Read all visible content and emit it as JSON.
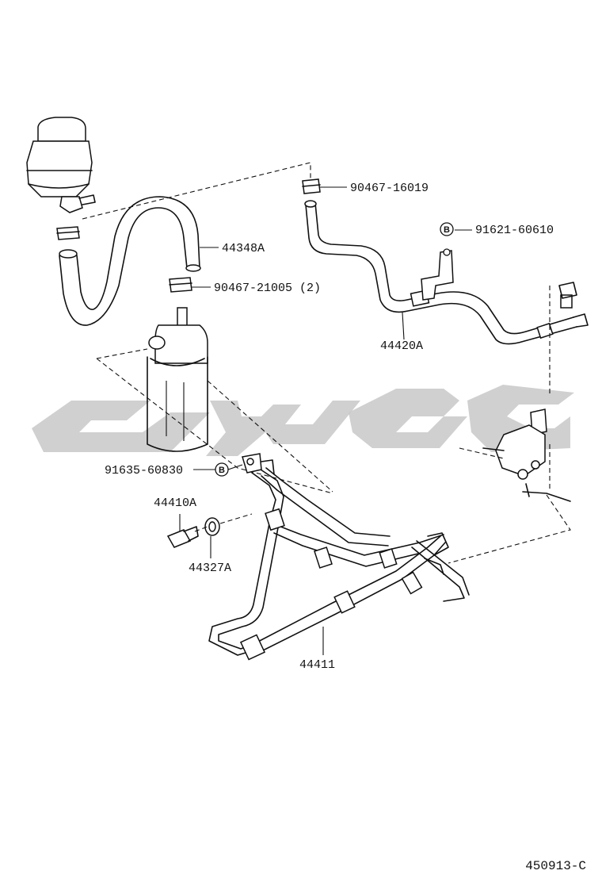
{
  "diagram": {
    "parts": {
      "clamp_upper_right": "90467-16019",
      "bolt_bracket_right": "91621-60610",
      "hose_left": "44348A",
      "clamp_left": "90467-21005 (2)",
      "return_tube": "44420A",
      "bolt_reservoir_bracket": "91635-60830",
      "union_bolt": "44410A",
      "gasket": "44327A",
      "pressure_tube": "44411"
    },
    "bolt_marker": "B",
    "figure_ref": "450913-C"
  },
  "colors": {
    "line": "#111111",
    "watermark": "#c8c8c8"
  }
}
